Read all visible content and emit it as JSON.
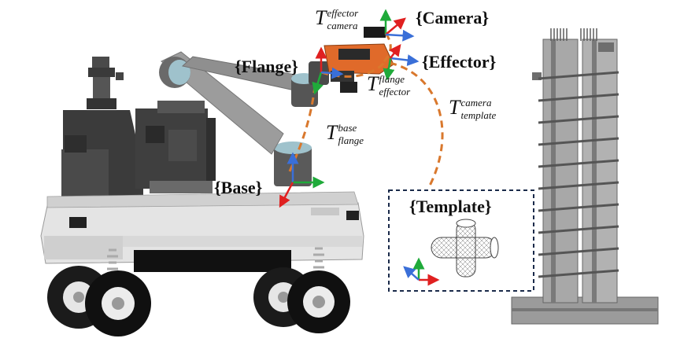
{
  "frames": {
    "camera": "{Camera}",
    "effector": "{Effector}",
    "flange": "{Flange}",
    "base": "{Base}",
    "template": "{Template}"
  },
  "transforms": {
    "camera_effector": {
      "symbol": "T",
      "sup": "effector",
      "sub": "camera"
    },
    "effector_flange": {
      "symbol": "T",
      "sup": "flange",
      "sub": "effector"
    },
    "flange_base": {
      "symbol": "T",
      "sup": "base",
      "sub": "flange"
    },
    "template_camera": {
      "symbol": "T",
      "sup": "camera",
      "sub": "template"
    }
  },
  "colors": {
    "axis_x": "#e02020",
    "axis_y": "#1faa3a",
    "axis_z": "#3a6fd8",
    "path": "#d9782d",
    "robot_body": "#3c3c3c",
    "chassis": "#e2e2e2",
    "arm": "#9a9a9a",
    "joint": "#9fc2cc",
    "camera_orange": "#e06a2a",
    "tower": "#9b9b9b",
    "template_box": "#1a2a4a"
  },
  "icons": {
    "coordinate_frame": "xyz-axes-icon",
    "dashed_path": "dashed-curve",
    "template_object": "cross-pipe-wireframe"
  }
}
